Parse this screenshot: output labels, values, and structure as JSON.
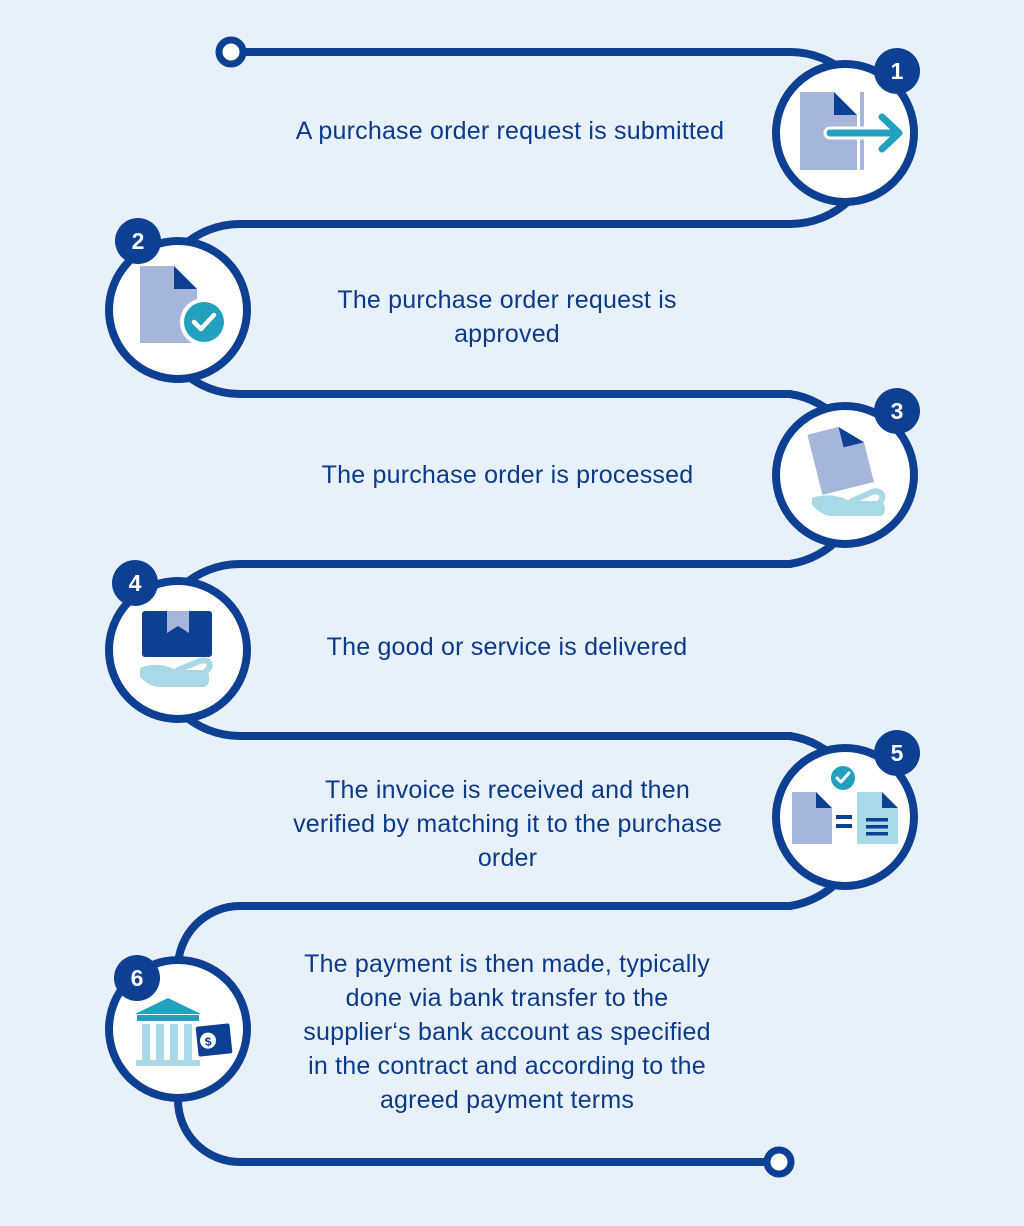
{
  "colors": {
    "background": "#e8f1fa",
    "path": "#0d3f92",
    "text": "#0b3a8a",
    "icon_light": "#a5b6da",
    "icon_dark": "#0d3f92",
    "accent_teal": "#23a0bd",
    "accent_light": "#a9d8e6",
    "circle_fill": "#ffffff"
  },
  "steps": [
    {
      "number": "1",
      "icon": "document-send-icon",
      "lines": [
        "A purchase order request is submitted"
      ]
    },
    {
      "number": "2",
      "icon": "document-check-icon",
      "lines": [
        "The purchase order request is",
        "approved"
      ]
    },
    {
      "number": "3",
      "icon": "hand-document-icon",
      "lines": [
        "The purchase order is processed"
      ]
    },
    {
      "number": "4",
      "icon": "hand-box-icon",
      "lines": [
        "The good or service is delivered"
      ]
    },
    {
      "number": "5",
      "icon": "document-match-icon",
      "lines": [
        "The invoice is received and then",
        "verified by matching it to the purchase",
        "order"
      ]
    },
    {
      "number": "6",
      "icon": "bank-payment-icon",
      "lines": [
        "The payment is then made, typically",
        "done via bank transfer to the",
        "supplier‘s bank account as specified",
        "in the contract and according to the",
        "agreed payment terms"
      ]
    }
  ]
}
